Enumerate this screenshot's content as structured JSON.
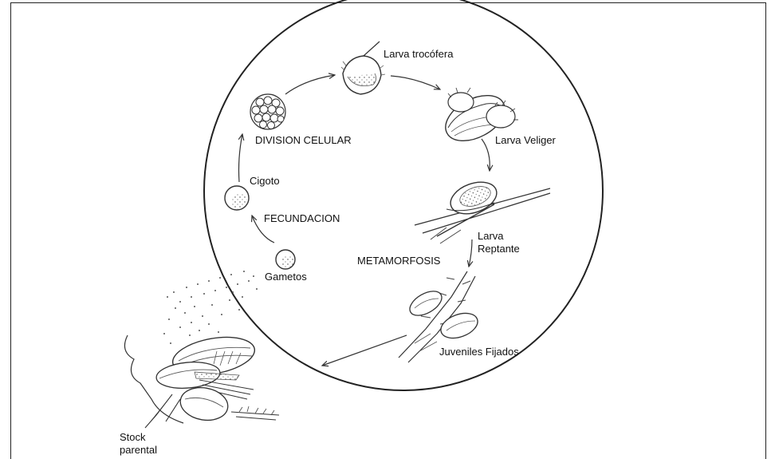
{
  "diagram": {
    "labels": {
      "larva_trocofera": "Larva trocófera",
      "larva_veliger": "Larva Veliger",
      "division_celular": "DIVISION CELULAR",
      "cigoto": "Cigoto",
      "fecundacion": "FECUNDACION",
      "gametos": "Gametos",
      "larva_reptante_1": "Larva",
      "larva_reptante_2": "Reptante",
      "metamorfosis": "METAMORFOSIS",
      "juveniles_fijados": "Juveniles Fijados",
      "stock_parental_1": "Stock",
      "stock_parental_2": "parental"
    }
  }
}
